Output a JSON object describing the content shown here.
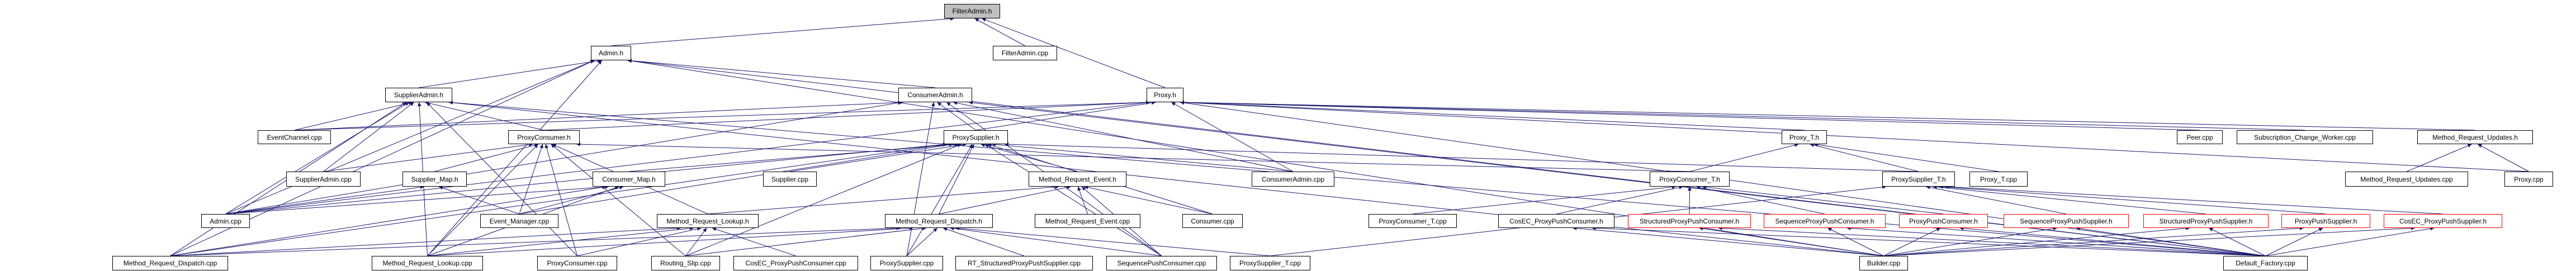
{
  "graph": {
    "root": "FilterAdmin.h",
    "edge_color": "#191970",
    "root_fill": "#bfbfbf",
    "truncated_border_color": "#ff0000",
    "nodes": [
      {
        "id": "FilterAdmin.h",
        "label": "FilterAdmin.h",
        "root": true
      },
      {
        "id": "FilterAdmin.cpp",
        "label": "FilterAdmin.cpp"
      },
      {
        "id": "Admin.h",
        "label": "Admin.h"
      },
      {
        "id": "SupplierAdmin.h",
        "label": "SupplierAdmin.h"
      },
      {
        "id": "ConsumerAdmin.h",
        "label": "ConsumerAdmin.h"
      },
      {
        "id": "Proxy.h",
        "label": "Proxy.h"
      },
      {
        "id": "EventChannel.cpp",
        "label": "EventChannel.cpp"
      },
      {
        "id": "ProxyConsumer.h",
        "label": "ProxyConsumer.h"
      },
      {
        "id": "ProxySupplier.h",
        "label": "ProxySupplier.h"
      },
      {
        "id": "Proxy_T.h",
        "label": "Proxy_T.h"
      },
      {
        "id": "Peer.cpp",
        "label": "Peer.cpp"
      },
      {
        "id": "Subscription_Change_Worker.cpp",
        "label": "Subscription_Change_Worker.cpp"
      },
      {
        "id": "Method_Request_Updates.h",
        "label": "Method_Request_Updates.h"
      },
      {
        "id": "SupplierAdmin.cpp",
        "label": "SupplierAdmin.cpp"
      },
      {
        "id": "Supplier_Map.h",
        "label": "Supplier_Map.h"
      },
      {
        "id": "Consumer_Map.h",
        "label": "Consumer_Map.h"
      },
      {
        "id": "Supplier.cpp",
        "label": "Supplier.cpp"
      },
      {
        "id": "Method_Request_Event.h",
        "label": "Method_Request_Event.h"
      },
      {
        "id": "ConsumerAdmin.cpp",
        "label": "ConsumerAdmin.cpp"
      },
      {
        "id": "ProxyConsumer_T.h",
        "label": "ProxyConsumer_T.h"
      },
      {
        "id": "ProxySupplier_T.h",
        "label": "ProxySupplier_T.h"
      },
      {
        "id": "Proxy_T.cpp",
        "label": "Proxy_T.cpp"
      },
      {
        "id": "Method_Request_Updates.cpp",
        "label": "Method_Request_Updates.cpp"
      },
      {
        "id": "Proxy.cpp",
        "label": "Proxy.cpp"
      },
      {
        "id": "Admin.cpp",
        "label": "Admin.cpp"
      },
      {
        "id": "Event_Manager.cpp",
        "label": "Event_Manager.cpp"
      },
      {
        "id": "Method_Request_Lookup.h",
        "label": "Method_Request_Lookup.h"
      },
      {
        "id": "Method_Request_Dispatch.h",
        "label": "Method_Request_Dispatch.h"
      },
      {
        "id": "Method_Request_Event.cpp",
        "label": "Method_Request_Event.cpp"
      },
      {
        "id": "Consumer.cpp",
        "label": "Consumer.cpp"
      },
      {
        "id": "ProxyConsumer_T.cpp",
        "label": "ProxyConsumer_T.cpp"
      },
      {
        "id": "CosEC_ProxyPushConsumer.h",
        "label": "CosEC_ProxyPushConsumer.h"
      },
      {
        "id": "StructuredProxyPushConsumer.h",
        "label": "StructuredProxyPushConsumer.h",
        "truncated": true
      },
      {
        "id": "SequenceProxyPushConsumer.h",
        "label": "SequenceProxyPushConsumer.h",
        "truncated": true
      },
      {
        "id": "ProxyPushConsumer.h",
        "label": "ProxyPushConsumer.h",
        "truncated": true
      },
      {
        "id": "SequenceProxyPushSupplier.h",
        "label": "SequenceProxyPushSupplier.h",
        "truncated": true
      },
      {
        "id": "StructuredProxyPushSupplier.h",
        "label": "StructuredProxyPushSupplier.h",
        "truncated": true
      },
      {
        "id": "ProxyPushSupplier.h",
        "label": "ProxyPushSupplier.h",
        "truncated": true
      },
      {
        "id": "CosEC_ProxyPushSupplier.h",
        "label": "CosEC_ProxyPushSupplier.h",
        "truncated": true
      },
      {
        "id": "Method_Request_Dispatch.cpp",
        "label": "Method_Request_Dispatch.cpp"
      },
      {
        "id": "Method_Request_Lookup.cpp",
        "label": "Method_Request_Lookup.cpp"
      },
      {
        "id": "ProxyConsumer.cpp",
        "label": "ProxyConsumer.cpp"
      },
      {
        "id": "Routing_Slip.cpp",
        "label": "Routing_Slip.cpp"
      },
      {
        "id": "CosEC_ProxyPushConsumer.cpp",
        "label": "CosEC_ProxyPushConsumer.cpp"
      },
      {
        "id": "ProxySupplier.cpp",
        "label": "ProxySupplier.cpp"
      },
      {
        "id": "RT_StructuredProxyPushSupplier.cpp",
        "label": "RT_StructuredProxyPushSupplier.cpp"
      },
      {
        "id": "SequencePushConsumer.cpp",
        "label": "SequencePushConsumer.cpp"
      },
      {
        "id": "ProxySupplier_T.cpp",
        "label": "ProxySupplier_T.cpp"
      },
      {
        "id": "Builder.cpp",
        "label": "Builder.cpp"
      },
      {
        "id": "Default_Factory.cpp",
        "label": "Default_Factory.cpp"
      }
    ],
    "edges": [
      [
        "Admin.h",
        "FilterAdmin.h"
      ],
      [
        "FilterAdmin.cpp",
        "FilterAdmin.h"
      ],
      [
        "Proxy.h",
        "FilterAdmin.h"
      ],
      [
        "SupplierAdmin.h",
        "Admin.h"
      ],
      [
        "ConsumerAdmin.h",
        "Admin.h"
      ],
      [
        "Admin.cpp",
        "Admin.h"
      ],
      [
        "Method_Request_Dispatch.cpp",
        "Admin.h"
      ],
      [
        "Method_Request_Lookup.cpp",
        "Admin.h"
      ],
      [
        "Default_Factory.cpp",
        "Admin.h"
      ],
      [
        "Builder.cpp",
        "Admin.h"
      ],
      [
        "ProxyConsumer.h",
        "Proxy.h"
      ],
      [
        "ProxySupplier.h",
        "Proxy.h"
      ],
      [
        "Proxy_T.h",
        "Proxy.h"
      ],
      [
        "Peer.cpp",
        "Proxy.h"
      ],
      [
        "Subscription_Change_Worker.cpp",
        "Proxy.h"
      ],
      [
        "Method_Request_Updates.h",
        "Proxy.h"
      ],
      [
        "Proxy.cpp",
        "Proxy.h"
      ],
      [
        "Default_Factory.cpp",
        "Proxy.h"
      ],
      [
        "EventChannel.cpp",
        "Proxy.h"
      ],
      [
        "Admin.cpp",
        "Proxy.h"
      ],
      [
        "ConsumerAdmin.cpp",
        "Proxy.h"
      ],
      [
        "ProxyConsumer.h",
        "SupplierAdmin.h"
      ],
      [
        "EventChannel.cpp",
        "SupplierAdmin.h"
      ],
      [
        "SupplierAdmin.cpp",
        "SupplierAdmin.h"
      ],
      [
        "Admin.cpp",
        "SupplierAdmin.h"
      ],
      [
        "ProxyConsumer.cpp",
        "SupplierAdmin.h"
      ],
      [
        "Method_Request_Lookup.cpp",
        "SupplierAdmin.h"
      ],
      [
        "Method_Request_Dispatch.cpp",
        "SupplierAdmin.h"
      ],
      [
        "Default_Factory.cpp",
        "SupplierAdmin.h"
      ],
      [
        "Builder.cpp",
        "SupplierAdmin.h"
      ],
      [
        "ProxySupplier.h",
        "ConsumerAdmin.h"
      ],
      [
        "EventChannel.cpp",
        "ConsumerAdmin.h"
      ],
      [
        "ConsumerAdmin.cpp",
        "ConsumerAdmin.h"
      ],
      [
        "ProxySupplier.cpp",
        "ConsumerAdmin.h"
      ],
      [
        "Default_Factory.cpp",
        "ConsumerAdmin.h"
      ],
      [
        "Admin.cpp",
        "ConsumerAdmin.h"
      ],
      [
        "SequencePushConsumer.cpp",
        "ConsumerAdmin.h"
      ],
      [
        "SupplierAdmin.cpp",
        "ProxyConsumer.h"
      ],
      [
        "Supplier_Map.h",
        "ProxyConsumer.h"
      ],
      [
        "Event_Manager.cpp",
        "ProxyConsumer.h"
      ],
      [
        "Method_Request_Lookup.h",
        "ProxyConsumer.h"
      ],
      [
        "ProxyConsumer.cpp",
        "ProxyConsumer.h"
      ],
      [
        "ProxyConsumer_T.h",
        "ProxyConsumer.h"
      ],
      [
        "Method_Request_Lookup.cpp",
        "ProxyConsumer.h"
      ],
      [
        "Routing_Slip.cpp",
        "ProxyConsumer.h"
      ],
      [
        "Supplier.cpp",
        "ProxySupplier.h"
      ],
      [
        "Consumer_Map.h",
        "ProxySupplier.h"
      ],
      [
        "Method_Request_Event.h",
        "ProxySupplier.h"
      ],
      [
        "Method_Request_Dispatch.h",
        "ProxySupplier.h"
      ],
      [
        "ProxySupplier.cpp",
        "ProxySupplier.h"
      ],
      [
        "ProxySupplier_T.h",
        "ProxySupplier.h"
      ],
      [
        "ConsumerAdmin.cpp",
        "ProxySupplier.h"
      ],
      [
        "Consumer.cpp",
        "ProxySupplier.h"
      ],
      [
        "SequencePushConsumer.cpp",
        "ProxySupplier.h"
      ],
      [
        "Event_Manager.cpp",
        "ProxySupplier.h"
      ],
      [
        "Method_Request_Dispatch.cpp",
        "ProxySupplier.h"
      ],
      [
        "Routing_Slip.cpp",
        "ProxySupplier.h"
      ],
      [
        "Admin.cpp",
        "ProxySupplier.h"
      ],
      [
        "Admin.cpp",
        "Supplier_Map.h"
      ],
      [
        "Event_Manager.cpp",
        "Supplier_Map.h"
      ],
      [
        "Admin.cpp",
        "Consumer_Map.h"
      ],
      [
        "Event_Manager.cpp",
        "Consumer_Map.h"
      ],
      [
        "Method_Request_Lookup.cpp",
        "Consumer_Map.h"
      ],
      [
        "Method_Request_Dispatch.cpp",
        "Consumer_Map.h"
      ],
      [
        "Method_Request_Dispatch.h",
        "Method_Request_Event.h"
      ],
      [
        "Method_Request_Event.cpp",
        "Method_Request_Event.h"
      ],
      [
        "Consumer.cpp",
        "Method_Request_Event.h"
      ],
      [
        "SequencePushConsumer.cpp",
        "Method_Request_Event.h"
      ],
      [
        "Method_Request_Lookup.h",
        "Method_Request_Event.h"
      ],
      [
        "Method_Request_Lookup.cpp",
        "Method_Request_Lookup.h"
      ],
      [
        "Routing_Slip.cpp",
        "Method_Request_Lookup.h"
      ],
      [
        "CosEC_ProxyPushConsumer.cpp",
        "Method_Request_Lookup.h"
      ],
      [
        "Method_Request_Dispatch.cpp",
        "Method_Request_Lookup.h"
      ],
      [
        "ProxyConsumer.cpp",
        "Method_Request_Lookup.h"
      ],
      [
        "ProxySupplier.cpp",
        "Method_Request_Dispatch.h"
      ],
      [
        "RT_StructuredProxyPushSupplier.cpp",
        "Method_Request_Dispatch.h"
      ],
      [
        "SequencePushConsumer.cpp",
        "Method_Request_Dispatch.h"
      ],
      [
        "ProxySupplier_T.cpp",
        "Method_Request_Dispatch.h"
      ],
      [
        "Method_Request_Dispatch.cpp",
        "Method_Request_Dispatch.h"
      ],
      [
        "Routing_Slip.cpp",
        "Method_Request_Dispatch.h"
      ],
      [
        "Method_Request_Lookup.cpp",
        "Method_Request_Dispatch.h"
      ],
      [
        "ProxyConsumer_T.h",
        "Proxy_T.h"
      ],
      [
        "ProxySupplier_T.h",
        "Proxy_T.h"
      ],
      [
        "Proxy_T.cpp",
        "Proxy_T.h"
      ],
      [
        "ProxyConsumer_T.cpp",
        "ProxyConsumer_T.h"
      ],
      [
        "CosEC_ProxyPushConsumer.h",
        "ProxyConsumer_T.h"
      ],
      [
        "StructuredProxyPushConsumer.h",
        "ProxyConsumer_T.h"
      ],
      [
        "SequenceProxyPushConsumer.h",
        "ProxyConsumer_T.h"
      ],
      [
        "ProxyPushConsumer.h",
        "ProxyConsumer_T.h"
      ],
      [
        "ProxySupplier_T.cpp",
        "ProxySupplier_T.h"
      ],
      [
        "SequenceProxyPushSupplier.h",
        "ProxySupplier_T.h"
      ],
      [
        "StructuredProxyPushSupplier.h",
        "ProxySupplier_T.h"
      ],
      [
        "ProxyPushSupplier.h",
        "ProxySupplier_T.h"
      ],
      [
        "CosEC_ProxyPushSupplier.h",
        "ProxySupplier_T.h"
      ],
      [
        "Method_Request_Updates.cpp",
        "Method_Request_Updates.h"
      ],
      [
        "Proxy.cpp",
        "Method_Request_Updates.h"
      ],
      [
        "Builder.cpp",
        "CosEC_ProxyPushConsumer.h"
      ],
      [
        "Builder.cpp",
        "StructuredProxyPushConsumer.h"
      ],
      [
        "Builder.cpp",
        "SequenceProxyPushConsumer.h"
      ],
      [
        "Builder.cpp",
        "ProxyPushConsumer.h"
      ],
      [
        "Builder.cpp",
        "SequenceProxyPushSupplier.h"
      ],
      [
        "Builder.cpp",
        "StructuredProxyPushSupplier.h"
      ],
      [
        "Builder.cpp",
        "ProxyPushSupplier.h"
      ],
      [
        "Builder.cpp",
        "CosEC_ProxyPushSupplier.h"
      ],
      [
        "Default_Factory.cpp",
        "CosEC_ProxyPushConsumer.h"
      ],
      [
        "Default_Factory.cpp",
        "StructuredProxyPushConsumer.h"
      ],
      [
        "Default_Factory.cpp",
        "SequenceProxyPushConsumer.h"
      ],
      [
        "Default_Factory.cpp",
        "ProxyPushConsumer.h"
      ],
      [
        "Default_Factory.cpp",
        "SequenceProxyPushSupplier.h"
      ],
      [
        "Default_Factory.cpp",
        "StructuredProxyPushSupplier.h"
      ],
      [
        "Default_Factory.cpp",
        "ProxyPushSupplier.h"
      ],
      [
        "Default_Factory.cpp",
        "CosEC_ProxyPushSupplier.h"
      ]
    ]
  }
}
